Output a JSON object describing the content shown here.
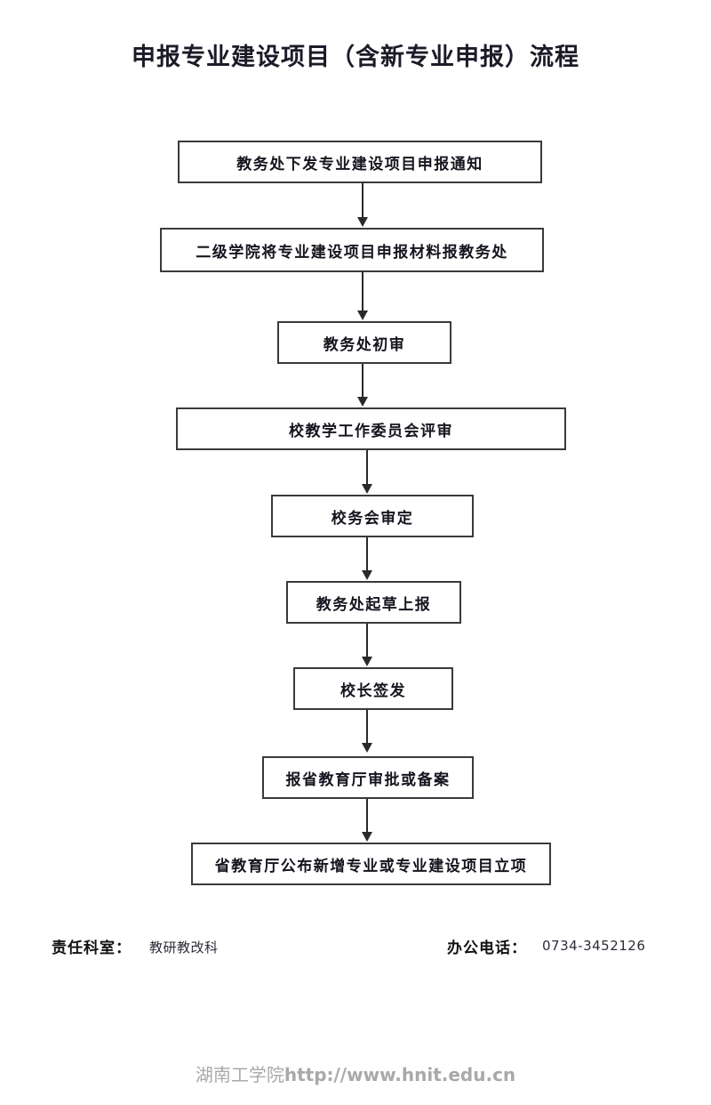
{
  "document": {
    "title": "申报专业建设项目（含新专业申报）流程"
  },
  "flowchart": {
    "type": "flowchart-vertical",
    "direction": "top-to-bottom",
    "connector_color": "#2a2a2a",
    "node_border_color": "#3a3a3a",
    "node_fill_color": "#ffffff",
    "nodes": [
      {
        "id": 1,
        "label": "教务处下发专业建设项目申报通知"
      },
      {
        "id": 2,
        "label": "二级学院将专业建设项目申报材料报教务处"
      },
      {
        "id": 3,
        "label": "教务处初审"
      },
      {
        "id": 4,
        "label": "校教学工作委员会评审"
      },
      {
        "id": 5,
        "label": "校务会审定"
      },
      {
        "id": 6,
        "label": "教务处起草上报"
      },
      {
        "id": 7,
        "label": "校长签发"
      },
      {
        "id": 8,
        "label": "报省教育厅审批或备案"
      },
      {
        "id": 9,
        "label": "省教育厅公布新增专业或专业建设项目立项"
      }
    ]
  },
  "footer": {
    "responsible_office_label": "责任科室：",
    "responsible_office_value": "教研教改科",
    "office_phone_label": "办公电话：",
    "office_phone_value": "0734-3452126"
  },
  "watermark": {
    "institution": "湖南工学院",
    "url": "http://www.hnit.edu.cn"
  }
}
